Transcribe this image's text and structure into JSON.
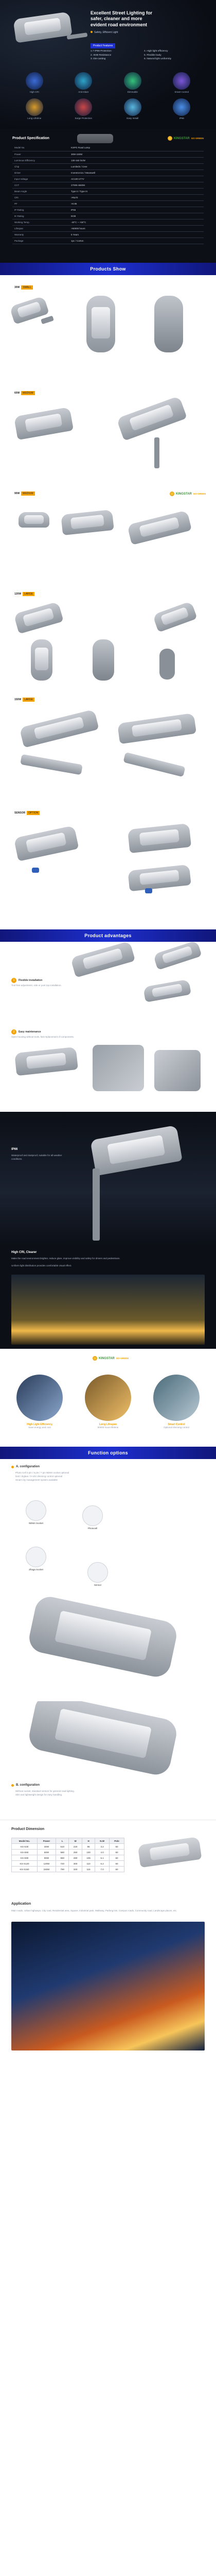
{
  "hero": {
    "headline_1": "Excellent Street Lighting for",
    "headline_2": "safer, cleaner and more",
    "headline_3": "evident road environment",
    "bullet": "Safety, Efficient Light",
    "badge_left": "Product Features",
    "features_left": [
      "1.7 IP66 Protection",
      "2. IK08 Resistance",
      "3. Die-casting"
    ],
    "features_right": [
      "4. High light efficiency",
      "5. Flexible body",
      "6. Natural light uniformity"
    ],
    "icons": [
      "High CRI",
      "Anti-Glare",
      "Dimmable",
      "Smart Control",
      "Long Lifetime",
      "Surge Protection",
      "Easy Install",
      "IP66"
    ]
  },
  "spec": {
    "title": "Product Specification",
    "brand": "KINGSTAR",
    "brand_sub": "GO GREEN",
    "rows": [
      [
        "Model No.",
        "KSPG Road Lamp"
      ],
      [
        "Power",
        "30W-150W"
      ],
      [
        "Luminous Efficiency",
        "130-160 lm/W"
      ],
      [
        "Chip",
        "Lumileds / Cree"
      ],
      [
        "Driver",
        "Inventronics / Meanwell"
      ],
      [
        "Input Voltage",
        "AC100-277V"
      ],
      [
        "CCT",
        "2700K-6500K"
      ],
      [
        "Beam Angle",
        "Type II / Type III"
      ],
      [
        "CRI",
        ">Ra70"
      ],
      [
        "PF",
        ">0.95"
      ],
      [
        "IP Rating",
        "IP66"
      ],
      [
        "IK Rating",
        "IK08"
      ],
      [
        "Working Temp.",
        "-40°C ~ +50°C"
      ],
      [
        "Lifespan",
        ">50000 hours"
      ],
      [
        "Warranty",
        "5 Years"
      ],
      [
        "Package",
        "1pc / Carton"
      ]
    ]
  },
  "products": {
    "title": "Products Show",
    "groups": [
      {
        "size": "30W",
        "label": "SMALL"
      },
      {
        "size": "60W",
        "label": "MEDIUM"
      },
      {
        "size": "90W",
        "label": "MEDIUM"
      },
      {
        "size": "120W",
        "label": "LARGE"
      },
      {
        "size": "150W",
        "label": "LARGE"
      },
      {
        "size": "SENSOR",
        "label": "OPTION"
      }
    ]
  },
  "advantages": {
    "title": "Product advantages",
    "point_1_title": "Flexible installation",
    "point_1_text": "Tool-free adjustment, side or post top installation.",
    "point_2_title": "Easy maintenance",
    "point_2_text": "Open housing without tools, fast replacement of components.",
    "ip_title": "IP66",
    "ip_text": "Waterproof and dustproof, suitable for all weather conditions.",
    "cri_title": "High CRI, Clearer",
    "cri_text": "Make the road environment brighter, reduce glare, improve visibility and safety for drivers and pedestrians.",
    "cri_sub": "Uniform light distribution provides comfortable visual effect.",
    "cards": [
      {
        "title": "High Light Efficiency",
        "text": "Save energy and cost"
      },
      {
        "title": "Long Lifespan",
        "text": "50000 hours lifetime"
      },
      {
        "title": "Smart Control",
        "text": "Optional dimming control"
      }
    ]
  },
  "options": {
    "title": "Function options",
    "a_title": "A. configuration",
    "a_lines": [
      "Photo Cell 3 pin / 5 pin / 7 pin NEMA socket optional",
      "Dali / Zigbee / 0-10V dimming control optional",
      "Smart city management system available"
    ],
    "callouts": [
      "NEMA Socket",
      "Photocell",
      "Zhaga Socket",
      "Sensor"
    ],
    "b_title": "B. configuration",
    "b_lines": [
      "Without socket, standard version for general road lighting.",
      "Slim and lightweight design for easy handling."
    ]
  },
  "dimension": {
    "title": "Product Dimension",
    "headers": [
      "Model No.",
      "Power",
      "L",
      "W",
      "H",
      "N.W",
      "Pole"
    ],
    "rows": [
      [
        "KS-S30",
        "30W",
        "510",
        "220",
        "95",
        "3.2",
        "60"
      ],
      [
        "KS-S60",
        "60W",
        "580",
        "250",
        "100",
        "4.0",
        "60"
      ],
      [
        "KS-S90",
        "90W",
        "650",
        "280",
        "105",
        "5.1",
        "60"
      ],
      [
        "KS-S120",
        "120W",
        "720",
        "300",
        "110",
        "6.2",
        "60"
      ],
      [
        "KS-S150",
        "150W",
        "790",
        "320",
        "115",
        "7.0",
        "60"
      ]
    ]
  },
  "application": {
    "title": "Application",
    "text": "Main roads, Urban highways, City road, Residential area, Square, Industrial park, Walkway, Parking lots, Campus roads, Community road, Landscape places, etc."
  },
  "colors": {
    "accent": "#1d2fd0",
    "orange": "#f3a200",
    "green": "#3a9a36",
    "dark": "#0c0f16"
  }
}
